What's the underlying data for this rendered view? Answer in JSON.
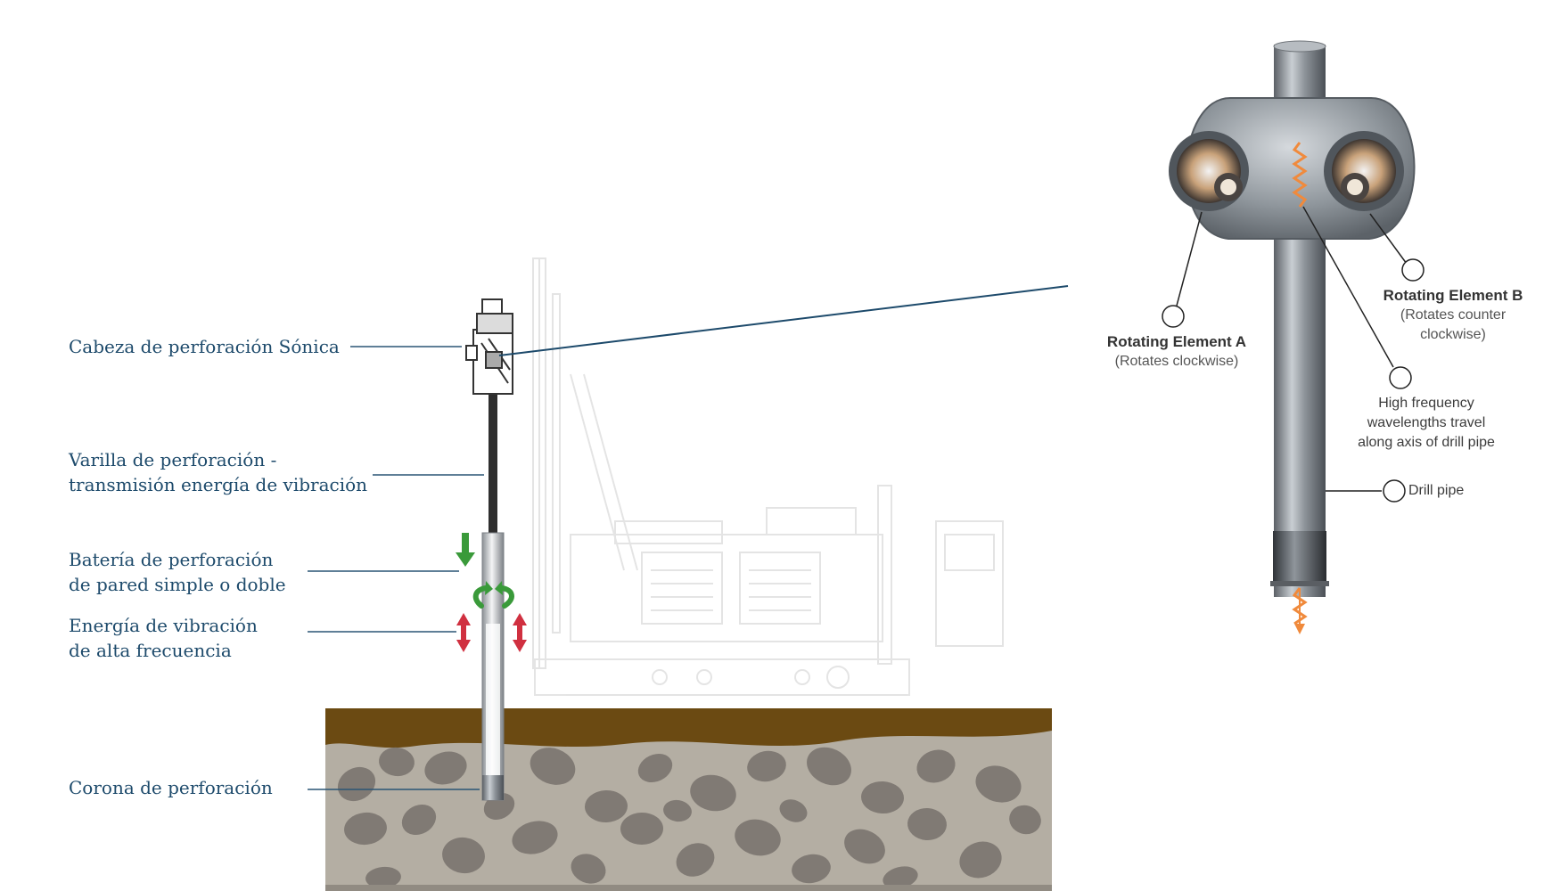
{
  "labels_es": {
    "sonic_head": "Cabeza de perforación Sónica",
    "drill_rod_1": "Varilla de perforación -",
    "drill_rod_2": "transmisión energía de vibración",
    "casing_1": "Batería de perforación",
    "casing_2": "de pared simple o doble",
    "vibration_1": "Energía de vibración",
    "vibration_2": "de alta frecuencia",
    "drill_bit": "Corona de perforación"
  },
  "labels_en": {
    "element_a_title": "Rotating Element A",
    "element_a_sub": "(Rotates clockwise)",
    "element_b_title": "Rotating Element B",
    "element_b_sub_1": "(Rotates counter",
    "element_b_sub_2": "clockwise)",
    "hf_1": "High frequency",
    "hf_2": "wavelengths travel",
    "hf_3": "along axis of drill pipe",
    "drill_pipe": "Drill pipe"
  },
  "colors": {
    "label_text": "#1d4a6b",
    "soil_top": "#6b4a12",
    "soil_body": "#b4aea3",
    "stone": "#807a74",
    "arrow_green": "#3a9a3a",
    "arrow_red": "#d03040",
    "vibration_orange": "#f08a3c"
  }
}
